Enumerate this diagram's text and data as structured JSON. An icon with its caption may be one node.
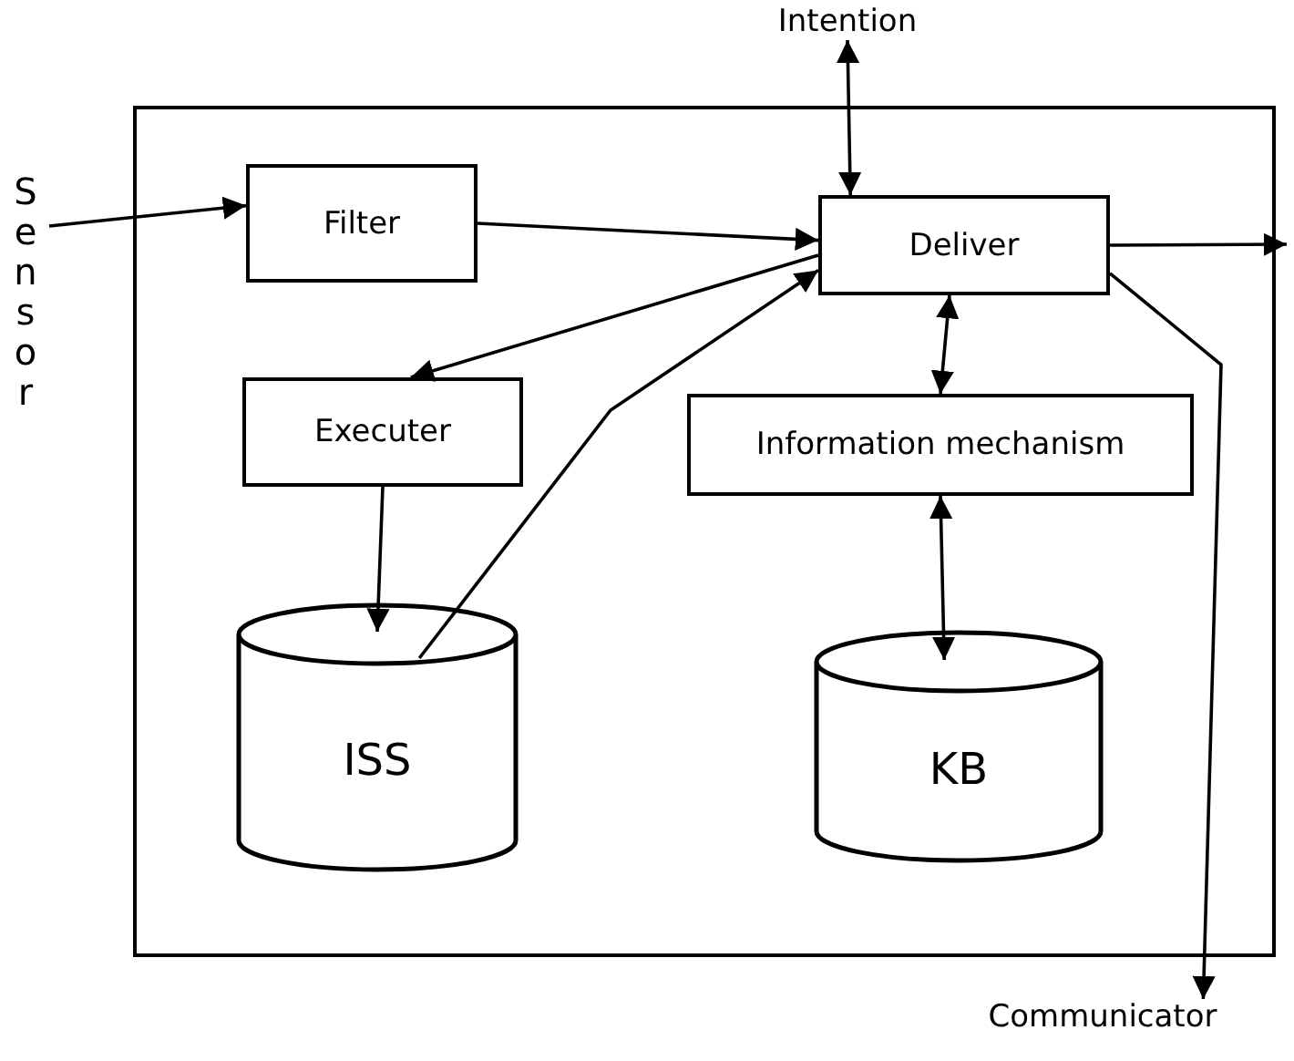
{
  "diagram": {
    "nodes": [
      {
        "text": [],
        "shape": "box"
      },
      {
        "text": [
          "Filter"
        ],
        "in": 0
      },
      {
        "text": [
          "Deliver"
        ],
        "in": 0
      },
      {
        "text": [
          "Executer"
        ],
        "in": 0
      },
      {
        "text": [
          "Information mechanism"
        ],
        "in": 0
      },
      {
        "text": [
          "ISS"
        ],
        "in": 0
      },
      {
        "text": [
          "KB"
        ],
        "in": 0
      },
      {
        "text": [
          "Sensor"
        ]
      },
      {
        "text": [
          "Intention"
        ]
      },
      {
        "text": [
          "Communicator"
        ]
      }
    ],
    "edges": [
      {
        "from": 7,
        "to": 1,
        "arrow": "to"
      },
      {
        "from": 1,
        "to": 2,
        "arrow": "to"
      },
      {
        "from": 8,
        "to": 2,
        "arrow": "both"
      },
      {
        "from": 2,
        "to": null,
        "arrow": "to"
      },
      {
        "from": 2,
        "to": 3,
        "arrow": "to"
      },
      {
        "from": 3,
        "to": 5,
        "arrow": "to"
      },
      {
        "from": 5,
        "to": 2,
        "arrow": "to"
      },
      {
        "from": 2,
        "to": 4,
        "arrow": "both"
      },
      {
        "from": 4,
        "to": 6,
        "arrow": "both"
      },
      {
        "from": 2,
        "to": 9,
        "arrow": "to"
      }
    ]
  }
}
